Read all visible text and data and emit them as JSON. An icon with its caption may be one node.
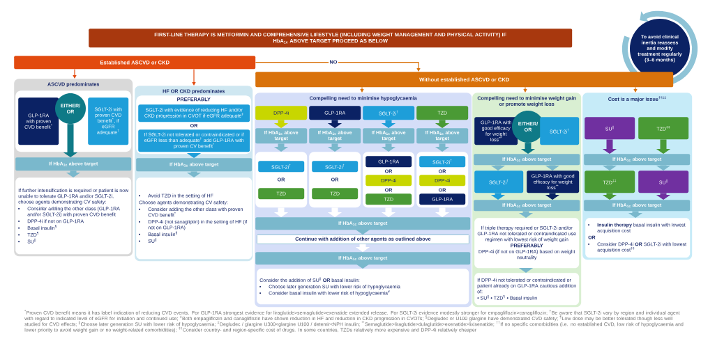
{
  "diagram": {
    "caption": "$^{*}$Proven CVD benefit means it has label indication of reducing CVD events. For GLP-1RA strongest evidence for liraglutide>semaglutide>exenatide extended release. For SGLT-2i evidence modestly stronger for empagliflozin>canagliflozin; $^{†}$Be aware that SGLT-2i vary by region and individual agent with regard to indicated level of eGFR for initiation and continued use; $^{‡}$Both empagliflozin and canagliflozin have shown reduction in HF and reduction in CKD progression in CVOTs; $^{§}$Degludec or U100 glargine have demonstrated CVD safety; $^{¶}$Low dose may be better tolerated though less well studied for CVD effects; $^{||}$Choose later generation SU with lower risk of hypoglycaemia; $^{#}$Degludec / glargine U300<glargine U100 / detemir<NPH insulin; $^{**}$Semaglutide>liraglutide>dulaglutide>exenatide>lixisenatide; $^{††}$If no specific comorbidities (i.e. no established CVD, low risk of hypoglycaemia and lower priority to avoid weight gain or no weight-related comorbidities); $^{‡‡}$Consider country- and region-specific cost of drugs. In some countries, TZDs relatively more expensive and DPP-4i relatively cheaper",
    "nodes": [
      {
        "text": [
          "To avoid clinical inertia reassess and modify treatment regularly (3–6 months)"
        ]
      },
      {
        "text": [
          "FIRST-LINE THERAPY IS METFORMIN AND COMPREHENSIVE LIFESTYLE (INCLUDING WEIGHT MANAGEMENT AND PHYSICAL ACTIVITY) IF HbA$_{1c}$ ABOVE TARGET PROCEED AS BELOW"
        ]
      },
      {
        "text": [
          "Established ASCVD or CKD"
        ]
      },
      {
        "text": [
          "Without established ASCVD or CKD"
        ]
      },
      {
        "text": [
          "ASCVD predominates"
        ]
      },
      {
        "text": [],
        "shape": "box",
        "in": 4
      },
      {
        "text": [
          "GLP-1RA with proven CVD benefit$^{*}$"
        ],
        "in": 5
      },
      {
        "text": [
          "EITHER/ OR"
        ],
        "in": 5
      },
      {
        "text": [
          "SGLT-2i with proven CVD benefit$^{*}$, if eGFR adequate$^{†}$"
        ],
        "in": 5
      },
      {
        "text": [
          "If HbA$_{1c}$ above target"
        ],
        "in": 4
      },
      {
        "text": [
          "If further intensification is required or patient is now unable to tolerate GLP-1RA and/or SGLT-2i, choose agents demonstrating CV safety:",
          "Consider adding the other class (GLP-1RA and/or SGLT-2i) with proven CVD benefit",
          "DPP-4i if not on GLP-1RA",
          "Basal insulin$^{§}$",
          "TZD$^{¶}$",
          "SU$^{||}$"
        ],
        "in": 4
      },
      {
        "text": [
          "HF OR CKD predominates"
        ]
      },
      {
        "text": [
          "PREFERABLY"
        ],
        "in": 11
      },
      {
        "text": [
          "SGLT-2i with evidence of reducing HF and/or CKD progression in CVOT if eGFR adequate$^{‡}$"
        ],
        "in": 12
      },
      {
        "text": [
          "If SGLT-2i not tolerated or contraindicated or if eGFR less than adequate$^{†}$ add GLP-1RA with proven CV benefit$^{*}$"
        ],
        "in": 12
      },
      {
        "text": [
          "If HbA$_{1c}$ above target"
        ],
        "in": 11
      },
      {
        "text": [
          "Avoid TZD in the setting of HF",
          "Choose agents demonstrating CV safety:",
          "Consider adding the other class with proven CVD benefit$^{*}$",
          "DPP-4i (not saxagliptin) in the setting of HF (if not on GLP-1RA)",
          "Basal insulin$^{§}$",
          "SU$^{||}$"
        ],
        "in": 11
      },
      {
        "text": [
          "Compelling need to minimise hypoglycaemia"
        ]
      },
      {
        "text": [
          "DPP-4i"
        ],
        "in": 17
      },
      {
        "text": [
          "GLP-1RA"
        ],
        "in": 17
      },
      {
        "text": [
          "SGLT-2i$^{†}$"
        ],
        "in": 17
      },
      {
        "text": [
          "TZD"
        ],
        "in": 17
      },
      {
        "text": [
          "If HbA$_{1c}$ above target"
        ],
        "in": 17
      },
      {
        "text": [
          "If HbA$_{1c}$ above target"
        ],
        "in": 17
      },
      {
        "text": [
          "If HbA$_{1c}$ above target"
        ],
        "in": 17
      },
      {
        "text": [
          "If HbA$_{1c}$ above target"
        ],
        "in": 17
      },
      {
        "text": [],
        "shape": "box",
        "in": 17
      },
      {
        "text": [
          "SGLT-2i$^{†}$"
        ],
        "in": 26
      },
      {
        "text": [
          "TZD"
        ],
        "in": 26
      },
      {
        "text": [],
        "shape": "box",
        "in": 17
      },
      {
        "text": [
          "SGLT-2i$^{†}$"
        ],
        "in": 29
      },
      {
        "text": [
          "TZD"
        ],
        "in": 29
      },
      {
        "text": [],
        "shape": "box",
        "in": 17
      },
      {
        "text": [
          "GLP-1RA"
        ],
        "in": 32
      },
      {
        "text": [
          "DPP-4i"
        ],
        "in": 32
      },
      {
        "text": [
          "TZD"
        ],
        "in": 32
      },
      {
        "text": [],
        "shape": "box",
        "in": 17
      },
      {
        "text": [
          "SGLT-2i$^{†}$"
        ],
        "in": 36
      },
      {
        "text": [
          "DPP-4i"
        ],
        "in": 36
      },
      {
        "text": [
          "GLP-1RA"
        ],
        "in": 36
      },
      {
        "text": [
          "If HbA$_{1c}$ above target"
        ],
        "in": 17
      },
      {
        "text": [
          "Continue with addition of other agents as outlined above"
        ],
        "in": 17
      },
      {
        "text": [
          "If HbA$_{1c}$ above target"
        ],
        "in": 17
      },
      {
        "text": [
          "Consider the addition of SU$^{||}$ **OR** basal insulin:",
          "Choose later generation SU with lower risk of hypoglycaemia",
          "Consider basal insulin with lower risk of hypoglycaemia$^{#}$"
        ],
        "in": 17
      },
      {
        "text": [
          "Compelling need to minimise weight gain or promote weight loss"
        ]
      },
      {
        "text": [
          "GLP-1RA with good efficacy for weight loss$^{**}$"
        ],
        "in": 44
      },
      {
        "text": [
          "EITHER/ OR"
        ],
        "in": 44
      },
      {
        "text": [
          "SGLT-2i$^{†}$"
        ],
        "in": 44
      },
      {
        "text": [
          "If HbA$_{1c}$ above target"
        ],
        "in": 44
      },
      {
        "text": [
          "SGLT-2i$^{†}$"
        ],
        "in": 44
      },
      {
        "text": [
          "GLP-1RA with good efficacy for weight loss$^{**}$"
        ],
        "in": 44
      },
      {
        "text": [
          "If HbA$_{1c}$ above target"
        ],
        "in": 44
      },
      {
        "text": [
          "If triple therapy required or SGLT-2i and/or GLP-1RA not tolerated or contraindicated use regimen with lowest risk of weight gain",
          "PREFERABLY",
          "DPP-4i (if not on GLP-1RA) based on weight neutrality"
        ],
        "in": 44
      },
      {
        "text": [
          "If DPP-4i not tolerated or contraindicated or patient already on GLP-1RA cautious addition of:",
          "• SU$^{||}$ • TZD$^{¶}$ • Basal insulin"
        ],
        "in": 44
      },
      {
        "text": [
          "Cost is a major issue$^{††‡‡}$"
        ]
      },
      {
        "text": [
          "SU$^{||}$"
        ],
        "in": 54
      },
      {
        "text": [
          "TZD$^{‡‡}$"
        ],
        "in": 54
      },
      {
        "text": [
          "If HbA$_{1c}$ above target"
        ],
        "in": 54
      },
      {
        "text": [
          "TZD$^{‡‡}$"
        ],
        "in": 54
      },
      {
        "text": [
          "SU$^{||}$"
        ],
        "in": 54
      },
      {
        "text": [
          "If HbA$_{1c}$ above target"
        ],
        "in": 54
      },
      {
        "text": [
          "**Insulin therapy** basal insulin with lowest acquisition cost",
          "OR",
          "Consider DPP-4i **OR** SGLT-2i with lowest acquisition cost$^{‡‡}$"
        ],
        "in": 54
      }
    ],
    "edges": [
      {
        "from": 2,
        "to": 3,
        "arrow": "to",
        "label": "NO",
        "color": "#d9720b"
      },
      {
        "from": 2,
        "to": 4,
        "arrow": "to",
        "color": "#e24a0f"
      },
      {
        "from": 2,
        "to": 11,
        "arrow": "to",
        "color": "#e24a0f"
      },
      {
        "from": 3,
        "to": 17,
        "arrow": "to",
        "color": "#d9720b"
      },
      {
        "from": 3,
        "to": 44,
        "arrow": "to",
        "color": "#d9720b"
      },
      {
        "from": 3,
        "to": 54,
        "arrow": "to",
        "color": "#d9720b"
      },
      {
        "from": 7,
        "to": 9,
        "arrow": "to",
        "color": "#0f7a87"
      },
      {
        "from": 9,
        "to": 10,
        "arrow": "to"
      },
      {
        "from": 12,
        "to": 15,
        "arrow": "to",
        "color": "#1e9ed9"
      },
      {
        "from": 15,
        "to": 16,
        "arrow": "to"
      },
      {
        "from": 18,
        "to": 22,
        "arrow": "to",
        "color": "#c8d600"
      },
      {
        "from": 19,
        "to": 23,
        "arrow": "to",
        "color": "#0b2264"
      },
      {
        "from": 20,
        "to": 24,
        "arrow": "to",
        "color": "#1e9ed9"
      },
      {
        "from": 21,
        "to": 25,
        "arrow": "to",
        "color": "#4a9a35"
      },
      {
        "from": 22,
        "to": 26,
        "arrow": "to"
      },
      {
        "from": 23,
        "to": 29,
        "arrow": "to"
      },
      {
        "from": 24,
        "to": 32,
        "arrow": "to"
      },
      {
        "from": 25,
        "to": 36,
        "arrow": "to"
      },
      {
        "from": 26,
        "to": 40,
        "arrow": "to",
        "color": "#ffffff"
      },
      {
        "from": 29,
        "to": 40,
        "arrow": "to",
        "color": "#ffffff"
      },
      {
        "from": 32,
        "to": 40,
        "arrow": "to",
        "color": "#ffffff"
      },
      {
        "from": 36,
        "to": 40,
        "arrow": "to",
        "color": "#ffffff"
      },
      {
        "from": 40,
        "to": 41,
        "arrow": "to"
      },
      {
        "from": 41,
        "to": 42,
        "arrow": "to",
        "color": "#ffffff"
      },
      {
        "from": 42,
        "to": 43,
        "arrow": "to"
      },
      {
        "from": 46,
        "to": 48,
        "arrow": "to",
        "color": "#0f7a87"
      },
      {
        "from": 48,
        "to": 49,
        "arrow": "to"
      },
      {
        "from": 48,
        "to": 50,
        "arrow": "to"
      },
      {
        "from": 49,
        "to": 51,
        "arrow": "to",
        "color": "#1e9ed9"
      },
      {
        "from": 50,
        "to": 51,
        "arrow": "to",
        "color": "#0b2264"
      },
      {
        "from": 51,
        "to": 52,
        "arrow": "to"
      },
      {
        "from": 52,
        "to": 53,
        "arrow": "to"
      },
      {
        "from": 55,
        "to": 57,
        "arrow": "to",
        "color": "#7030a0"
      },
      {
        "from": 56,
        "to": 57,
        "arrow": "to",
        "color": "#4a9a35"
      },
      {
        "from": 57,
        "to": 58,
        "arrow": "to"
      },
      {
        "from": 57,
        "to": 59,
        "arrow": "to"
      },
      {
        "from": 58,
        "to": 60,
        "arrow": "to",
        "color": "#4a9a35"
      },
      {
        "from": 59,
        "to": 60,
        "arrow": "to",
        "color": "#7030a0"
      },
      {
        "from": 60,
        "to": 61,
        "arrow": "to"
      }
    ],
    "labels": [
      "OR",
      "OR",
      "OR",
      "OR",
      "OR",
      "OR",
      "OR"
    ]
  }
}
